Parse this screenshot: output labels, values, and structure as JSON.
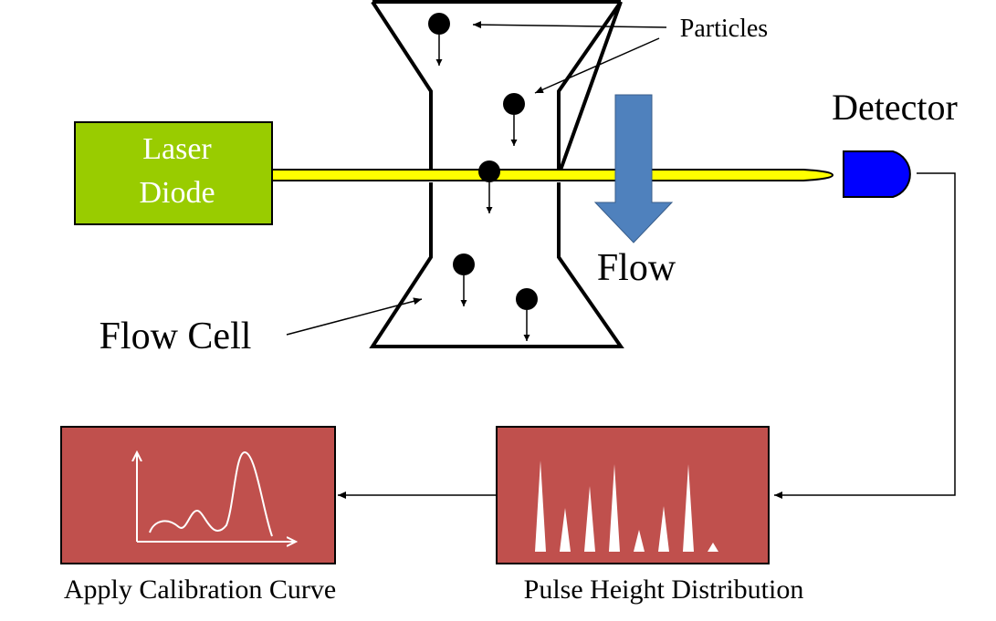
{
  "labels": {
    "particles": "Particles",
    "detector": "Detector",
    "laser_line1": "Laser",
    "laser_line2": "Diode",
    "flow": "Flow",
    "flow_cell": "Flow Cell",
    "pulse_height": "Pulse Height Distribution",
    "calibration": "Apply Calibration Curve"
  },
  "colors": {
    "laser_fill": "#99cc00",
    "beam": "#ffff00",
    "detector": "#0000ff",
    "flow_arrow": "#4f81bd",
    "box_fill": "#c0504d",
    "particle": "#000000"
  },
  "icons": {
    "flow_arrow": "down-arrow-icon",
    "pulse_spikes": "spike-histogram-icon",
    "calibration_curve": "curve-plot-icon"
  },
  "pulse_heights": [
    1,
    0.48,
    0.72,
    0.96,
    0.24,
    0.5,
    0.96,
    0.1
  ]
}
